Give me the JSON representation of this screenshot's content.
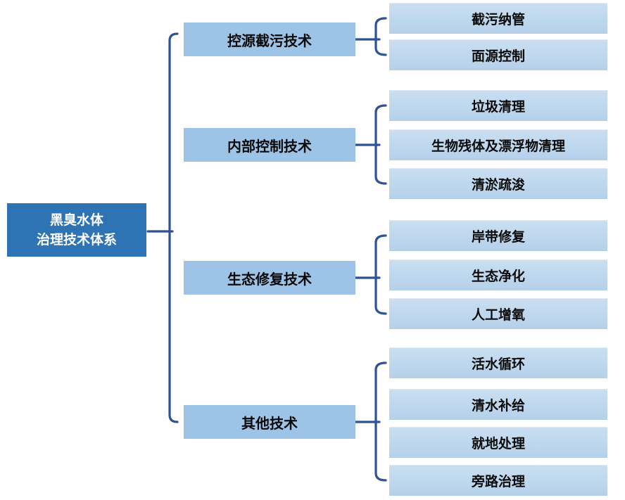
{
  "root": {
    "line1": "黑臭水体",
    "line2": "治理技术体系"
  },
  "branches": [
    {
      "label": "控源截污技术",
      "leaves": [
        "截污纳管",
        "面源控制"
      ]
    },
    {
      "label": "内部控制技术",
      "leaves": [
        "垃圾清理",
        "生物残体及漂浮物清理",
        "清淤疏浚"
      ]
    },
    {
      "label": "生态修复技术",
      "leaves": [
        "岸带修复",
        "生态净化",
        "人工增氧"
      ]
    },
    {
      "label": "其他技术",
      "leaves": [
        "活水循环",
        "清水补给",
        "就地处理",
        "旁路治理"
      ]
    }
  ],
  "colors": {
    "background": "#FFFFFF",
    "root_fill": "#2E74B5",
    "root_text": "#FFFFFF",
    "branch_fill": "#9DC3E6",
    "leaf_fill": "#BDD7EE",
    "leaf_fill_highlight": "#CBDEF0",
    "connector": "#2E5293",
    "node_text": "#0A0A0A"
  }
}
